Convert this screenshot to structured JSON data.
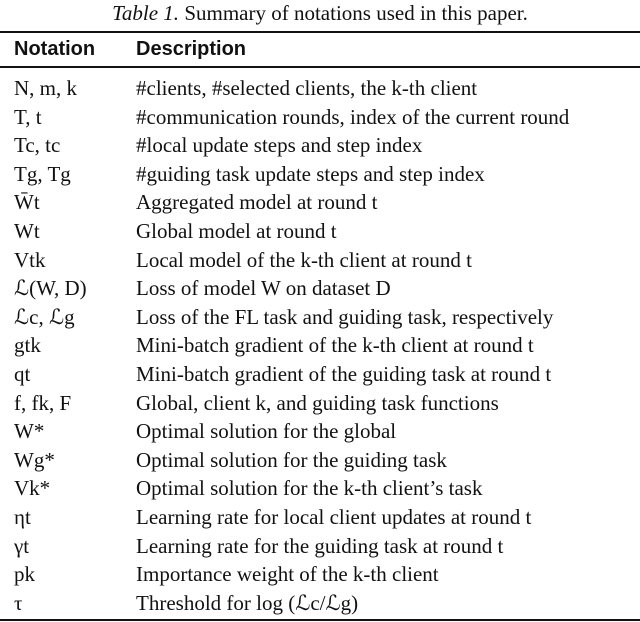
{
  "caption": {
    "label": "Table 1.",
    "text": " Summary of notations used in this paper."
  },
  "table": {
    "headers": {
      "notation": "Notation",
      "description": "Description"
    },
    "rows": [
      {
        "notation": "N, m, k",
        "description": "#clients, #selected clients, the k-th client"
      },
      {
        "notation": "T, t",
        "description": "#communication rounds, index of the current round"
      },
      {
        "notation": "Tc, tc",
        "description": "#local update steps and step index"
      },
      {
        "notation": "Tg, Tg",
        "description": "#guiding task update steps and step index"
      },
      {
        "notation": "W̄t",
        "description": "Aggregated model at round t"
      },
      {
        "notation": "Wt",
        "description": "Global model at round t"
      },
      {
        "notation": "Vtk",
        "description": "Local model of the k-th client at round t"
      },
      {
        "notation": "ℒ(W, D)",
        "description": "Loss of model W on dataset D"
      },
      {
        "notation": "ℒc, ℒg",
        "description": "Loss of the FL task and guiding task, respectively"
      },
      {
        "notation": "gtk",
        "description": "Mini-batch gradient of the k-th client at round t"
      },
      {
        "notation": "qt",
        "description": "Mini-batch gradient of the guiding task at round t"
      },
      {
        "notation": "f, fk, F",
        "description": "Global, client k, and guiding task functions"
      },
      {
        "notation": "W*",
        "description": "Optimal solution for the global"
      },
      {
        "notation": "Wg*",
        "description": "Optimal solution for the guiding task"
      },
      {
        "notation": "Vk*",
        "description": "Optimal solution for the k-th client’s task"
      },
      {
        "notation": "ηt",
        "description": "Learning rate for local client updates at round t"
      },
      {
        "notation": "γt",
        "description": "Learning rate for the guiding task at round t"
      },
      {
        "notation": "pk",
        "description": "Importance weight of the k-th client"
      },
      {
        "notation": "τ",
        "description": "Threshold for log (ℒc/ℒg)"
      }
    ]
  }
}
